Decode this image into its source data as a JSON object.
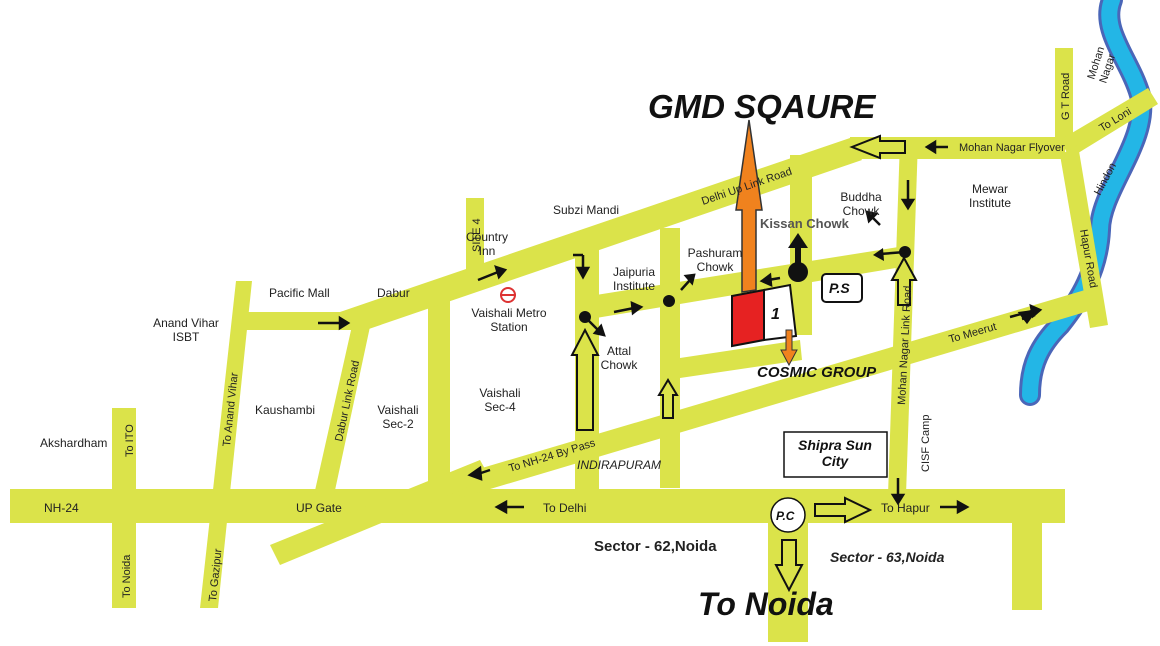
{
  "colors": {
    "road": "#dbe34a",
    "river": "#23b6e6",
    "river_edge": "#4a66b8",
    "arrow_orange": "#f0821e",
    "site_red": "#e62222",
    "text": "#222222"
  },
  "title": "GMD SQAURE",
  "bottom_title": "To Noida",
  "site_number": "1",
  "map": {
    "subzi_mandi": "Subzi Mandi",
    "country_inn": "Country\nInn",
    "site4": "SITE 4",
    "delhi_link_road": "Delhi Up Link Road",
    "mohan_nagar_flyover": "Mohan Nagar Flyover",
    "gt_road": "G T Road",
    "mohan_nagar": "Mohan\nNagar",
    "to_loni": "To Loni",
    "hindon": "Hindon",
    "hapur_road": "Hapur Road",
    "mewar_institute": "Mewar\nInstitute",
    "buddha_chowk": "Buddha\nChowk",
    "kissan_chowk": "Kissan Chowk",
    "pashuram_chowk": "Pashuram\nChowk",
    "jaipuria_institute": "Jaipuria\nInstitute",
    "ps": "P.S",
    "pacific_mall": "Pacific Mall",
    "dabur": "Dabur",
    "vaishali_metro": "Vaishali Metro\nStation",
    "anand_vihar_isbt": "Anand Vihar\nISBT",
    "attal_chowk": "Attal\nChowk",
    "cosmic_group": "COSMIC GROUP",
    "to_meerut": "To Meerut",
    "mohan_nagar_link_road": "Mohan Nagar Link Road",
    "kaushambi": "Kaushambi",
    "vaishali_sec2": "Vaishali\nSec-2",
    "vaishali_sec4": "Vaishali\nSec-4",
    "dabur_link_road": "Dabur Link Road",
    "to_anand_vihar": "To Anand Vihar",
    "akshardham": "Akshardham",
    "to_ito": "To ITO",
    "shipra_sun_city": "Shipra Sun\nCity",
    "cisf_camp": "CISF Camp",
    "to_nh24_bypass": "To NH-24 By Pass",
    "indirapuram": "INDIRAPURAM",
    "nh24": "NH-24",
    "up_gate": "UP Gate",
    "to_delhi": "To Delhi",
    "pc": "P.C",
    "to_hapur": "To Hapur",
    "sector62": "Sector - 62,Noida",
    "sector63": "Sector - 63,Noida",
    "to_noida": "To Noida",
    "to_gazipur": "To Gazipur"
  }
}
